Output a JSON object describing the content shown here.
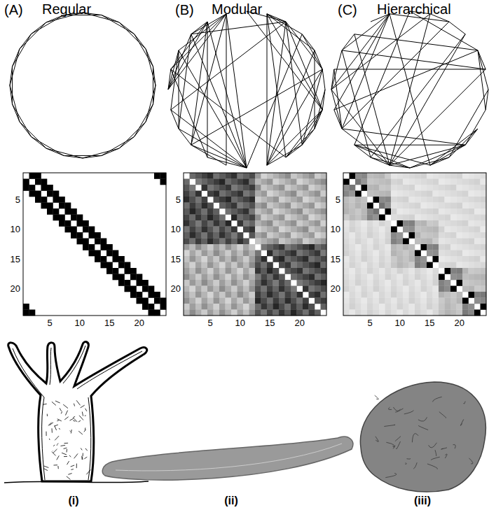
{
  "diagram": {
    "labels": [
      "(A)",
      "Regular",
      "(B)",
      "Modular",
      "(C)",
      "Hierarchical",
      "5",
      "10",
      "15",
      "20",
      "5",
      "10",
      "15",
      "20",
      "5",
      "10",
      "15",
      "20",
      "5",
      "10",
      "15",
      "20",
      "5",
      "10",
      "15",
      "20",
      "5",
      "10",
      "15",
      "20",
      "(i)",
      "(ii)",
      "(iii)"
    ]
  }
}
